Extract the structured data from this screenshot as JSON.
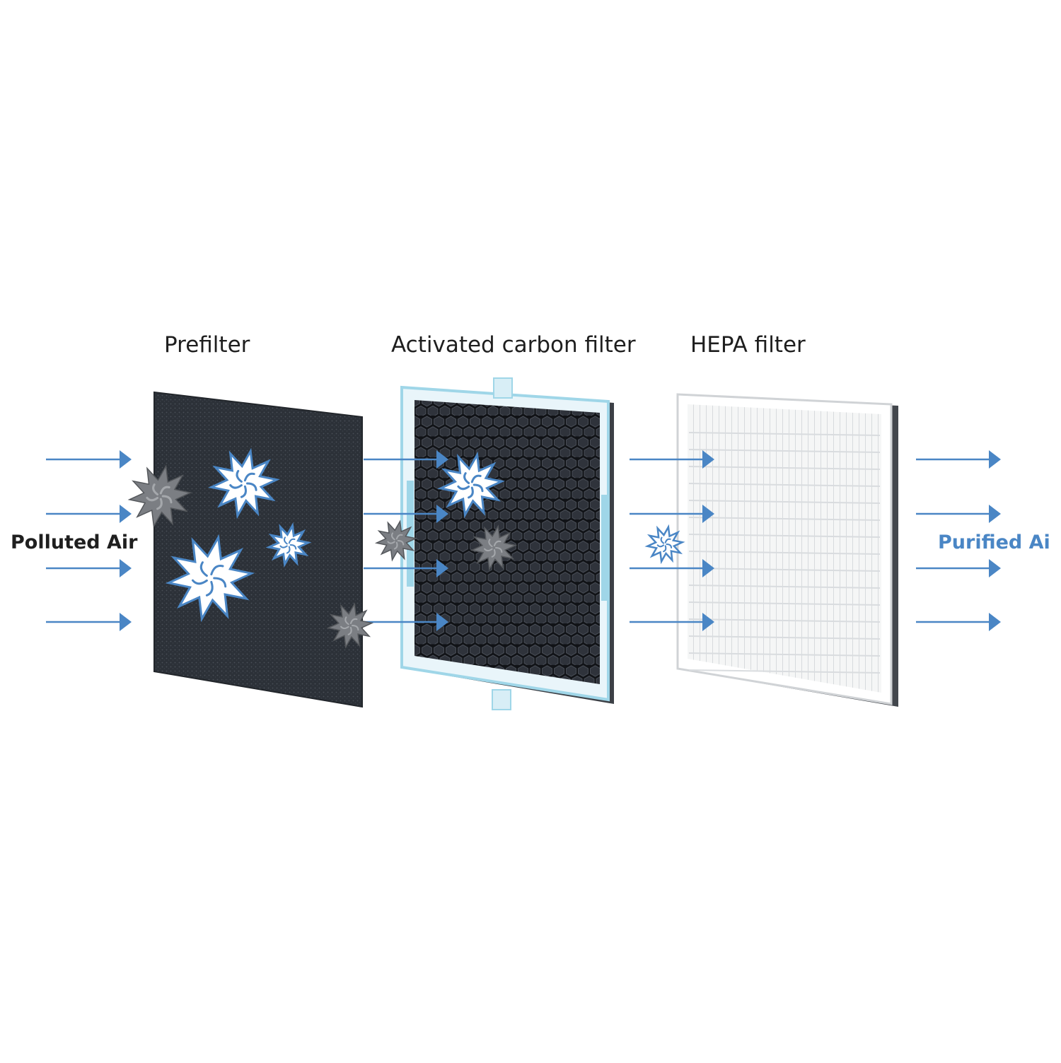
{
  "stages": [
    {
      "label": "Prefilter"
    },
    {
      "label": "Activated carbon filter"
    },
    {
      "label": "HEPA filter"
    }
  ],
  "input_label": "Polluted Air",
  "output_label": "Purified Ai",
  "colors": {
    "arrow": "#4a86c5",
    "output_text": "#4a86c5",
    "input_text": "#1f1f1f",
    "prefilter_fabric": "#2c3138",
    "carbon_mesh": "#1a1d22",
    "carbon_frame_accent": "#9fd6e8",
    "hepa_media": "#f4f5f5",
    "pollutant_captured": "#ffffff",
    "pollutant_passing": "#7b7e83"
  },
  "icons": [
    "arrow-right-icon",
    "pollutant-particle-icon"
  ]
}
